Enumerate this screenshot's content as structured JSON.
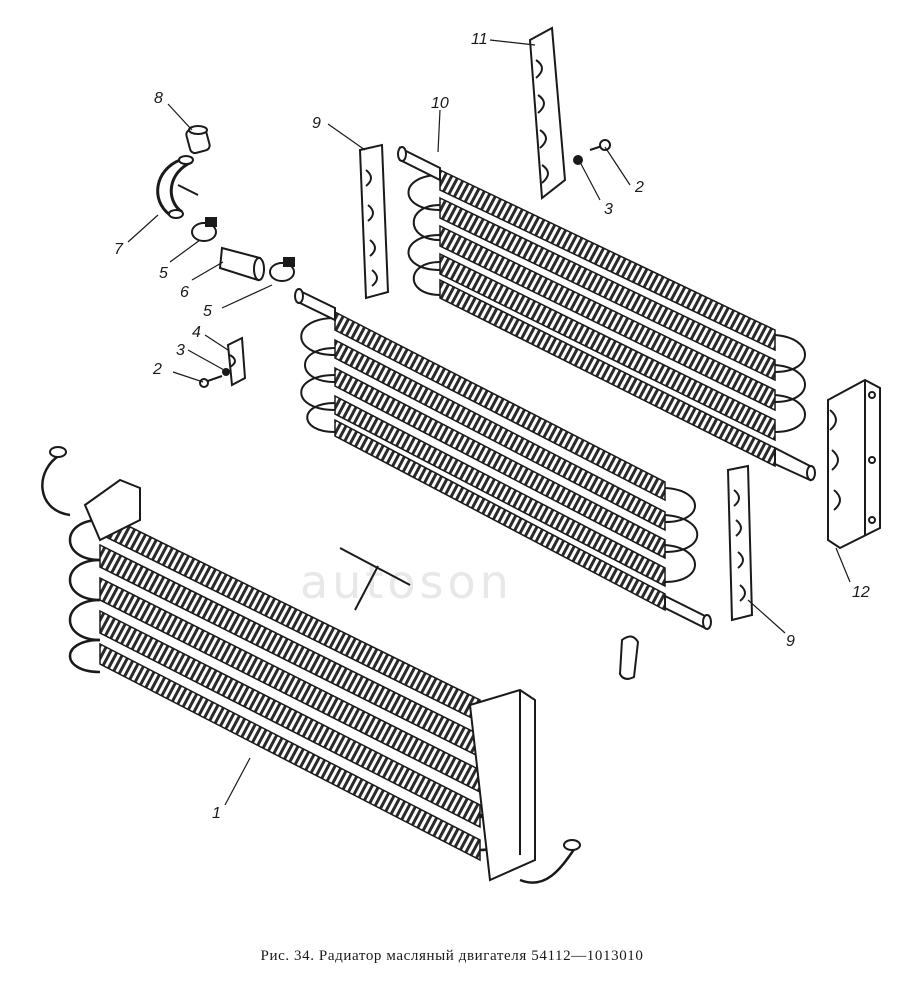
{
  "figure": {
    "caption": "Рис. 34. Радиатор масляный двигателя 54112—1013010",
    "watermark": "autoson"
  },
  "callouts": [
    {
      "id": "c1",
      "label": "1"
    },
    {
      "id": "c2a",
      "label": "2"
    },
    {
      "id": "c2b",
      "label": "2"
    },
    {
      "id": "c3a",
      "label": "3"
    },
    {
      "id": "c3b",
      "label": "3"
    },
    {
      "id": "c4",
      "label": "4"
    },
    {
      "id": "c5a",
      "label": "5"
    },
    {
      "id": "c5b",
      "label": "5"
    },
    {
      "id": "c6",
      "label": "6"
    },
    {
      "id": "c7",
      "label": "7"
    },
    {
      "id": "c8",
      "label": "8"
    },
    {
      "id": "c9a",
      "label": "9"
    },
    {
      "id": "c9b",
      "label": "9"
    },
    {
      "id": "c10",
      "label": "10"
    },
    {
      "id": "c11",
      "label": "11"
    },
    {
      "id": "c12",
      "label": "12"
    }
  ],
  "colors": {
    "ink": "#1a1a1a",
    "paper": "#ffffff",
    "watermark": "#e8e8e8"
  }
}
